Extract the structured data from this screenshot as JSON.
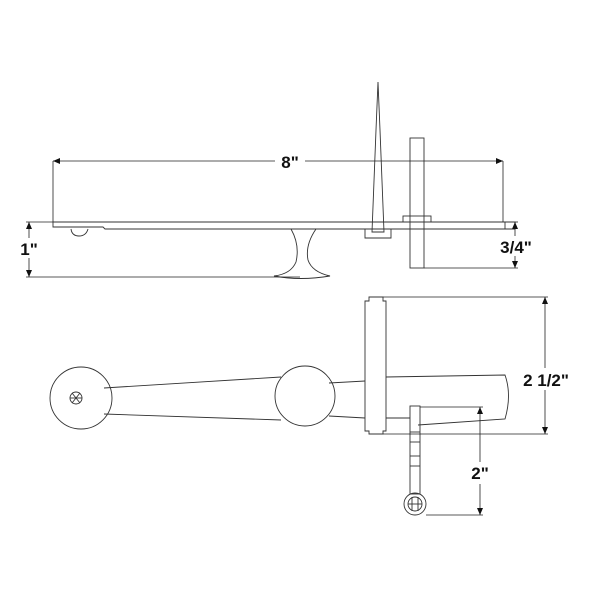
{
  "dimensions": {
    "length": "8\"",
    "height_left": "1\"",
    "height_right": "3/4\"",
    "width_plate": "2 1/2\"",
    "hinge_offset": "2\""
  },
  "colors": {
    "line": "#333333",
    "background": "#ffffff"
  }
}
